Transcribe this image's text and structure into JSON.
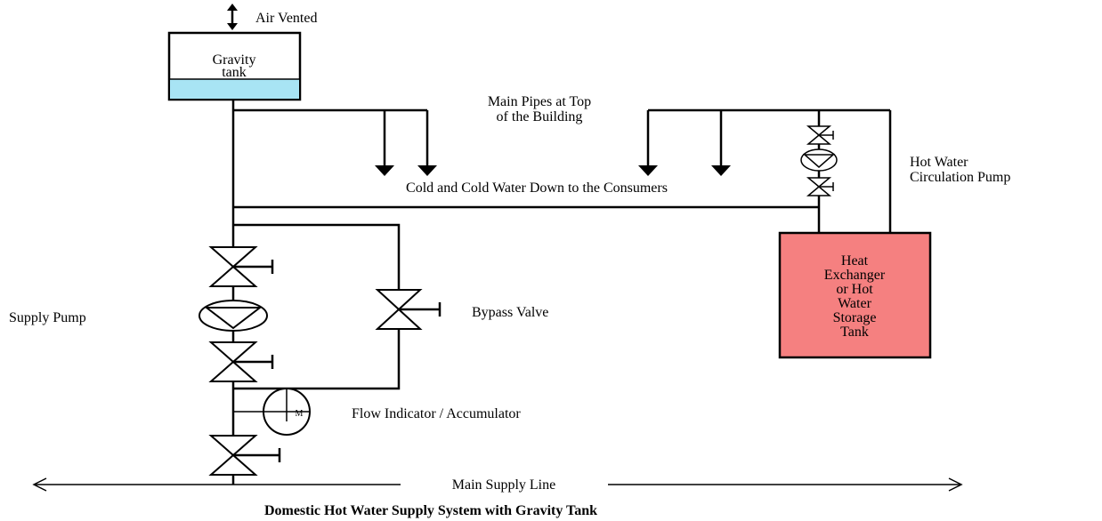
{
  "labels": {
    "air_vented": "Air Vented",
    "gravity_tank_line1": "Gravity",
    "gravity_tank_line2": "tank",
    "main_pipes_line1": "Main Pipes at Top",
    "main_pipes_line2": "of the Building",
    "cold_down": "Cold and Cold Water Down to the Consumers",
    "hot_circ_line1": "Hot Water",
    "hot_circ_line2": "Circulation Pump",
    "heat_ex_line1": "Heat",
    "heat_ex_line2": "Exchanger",
    "heat_ex_line3": "or Hot",
    "heat_ex_line4": "Water",
    "heat_ex_line5": "Storage",
    "heat_ex_line6": "Tank",
    "supply_pump": "Supply Pump",
    "bypass_valve": "Bypass Valve",
    "flow_indicator": "Flow Indicator / Accumulator",
    "flow_symbol": "M",
    "main_supply": "Main Supply Line",
    "title": "Domestic Hot Water Supply System with Gravity Tank"
  },
  "colors": {
    "tank_water": "#a8e4f4",
    "heat_exchanger": "#f58080",
    "line": "#000000"
  }
}
